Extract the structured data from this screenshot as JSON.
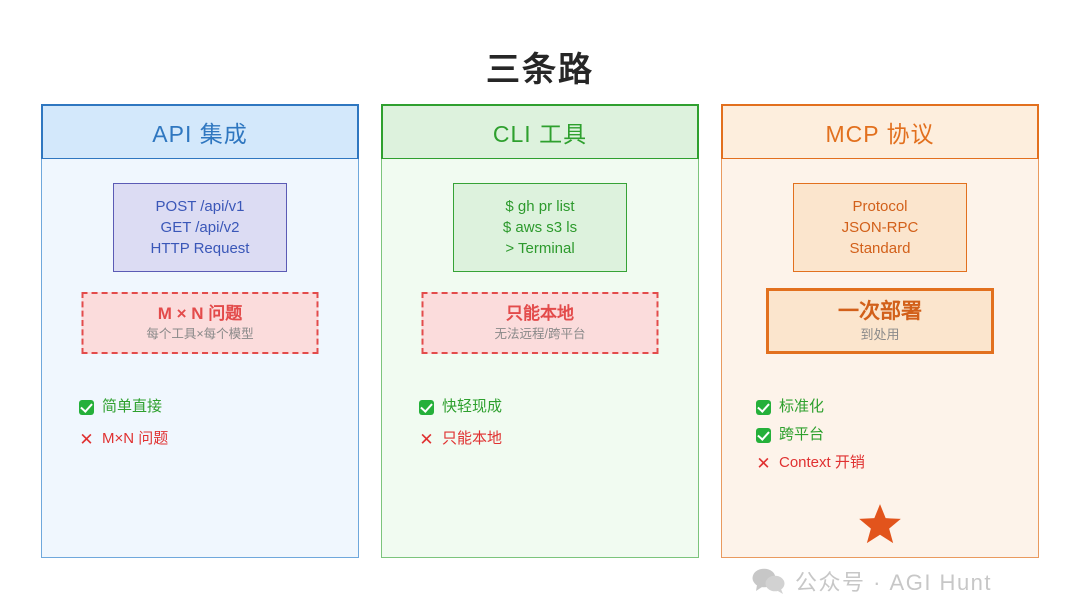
{
  "page": {
    "title": "三条路"
  },
  "columns": [
    {
      "id": "api",
      "header": "API 集成",
      "accent": "#2f77c0",
      "code_lines": [
        "POST /api/v1",
        "GET /api/v2",
        "HTTP Request"
      ],
      "highlight": {
        "main": "M × N 问题",
        "sub": "每个工具×每个模型",
        "style": "warning-dashed"
      },
      "bullets": [
        {
          "icon": "check-icon",
          "text": "简单直接",
          "kind": "ok"
        },
        {
          "icon": "cross-icon",
          "text": "M×N 问题",
          "kind": "bad"
        }
      ]
    },
    {
      "id": "cli",
      "header": "CLI 工具",
      "accent": "#2ea02e",
      "code_lines": [
        "$ gh pr list",
        "$ aws s3 ls",
        "> Terminal"
      ],
      "highlight": {
        "main": "只能本地",
        "sub": "无法远程/跨平台",
        "style": "warning-dashed"
      },
      "bullets": [
        {
          "icon": "check-icon",
          "text": "快轻现成",
          "kind": "ok"
        },
        {
          "icon": "cross-icon",
          "text": "只能本地",
          "kind": "bad"
        }
      ]
    },
    {
      "id": "mcp",
      "header": "MCP 协议",
      "accent": "#e2701e",
      "code_lines": [
        "Protocol",
        "JSON-RPC",
        "Standard"
      ],
      "highlight": {
        "main": "一次部署",
        "sub": "到处用",
        "style": "solid-accent"
      },
      "bullets": [
        {
          "icon": "check-icon",
          "text": "标准化",
          "kind": "ok"
        },
        {
          "icon": "check-icon",
          "text": "跨平台",
          "kind": "ok"
        },
        {
          "icon": "cross-icon",
          "text": "Context 开销",
          "kind": "bad"
        }
      ]
    }
  ],
  "decorations": {
    "star_icon": "star-icon",
    "star_color": "#e2541c"
  },
  "watermark": {
    "logo": "wechat-logo-icon",
    "text": "公众号 · AGI Hunt"
  },
  "cross_glyph": "✕"
}
